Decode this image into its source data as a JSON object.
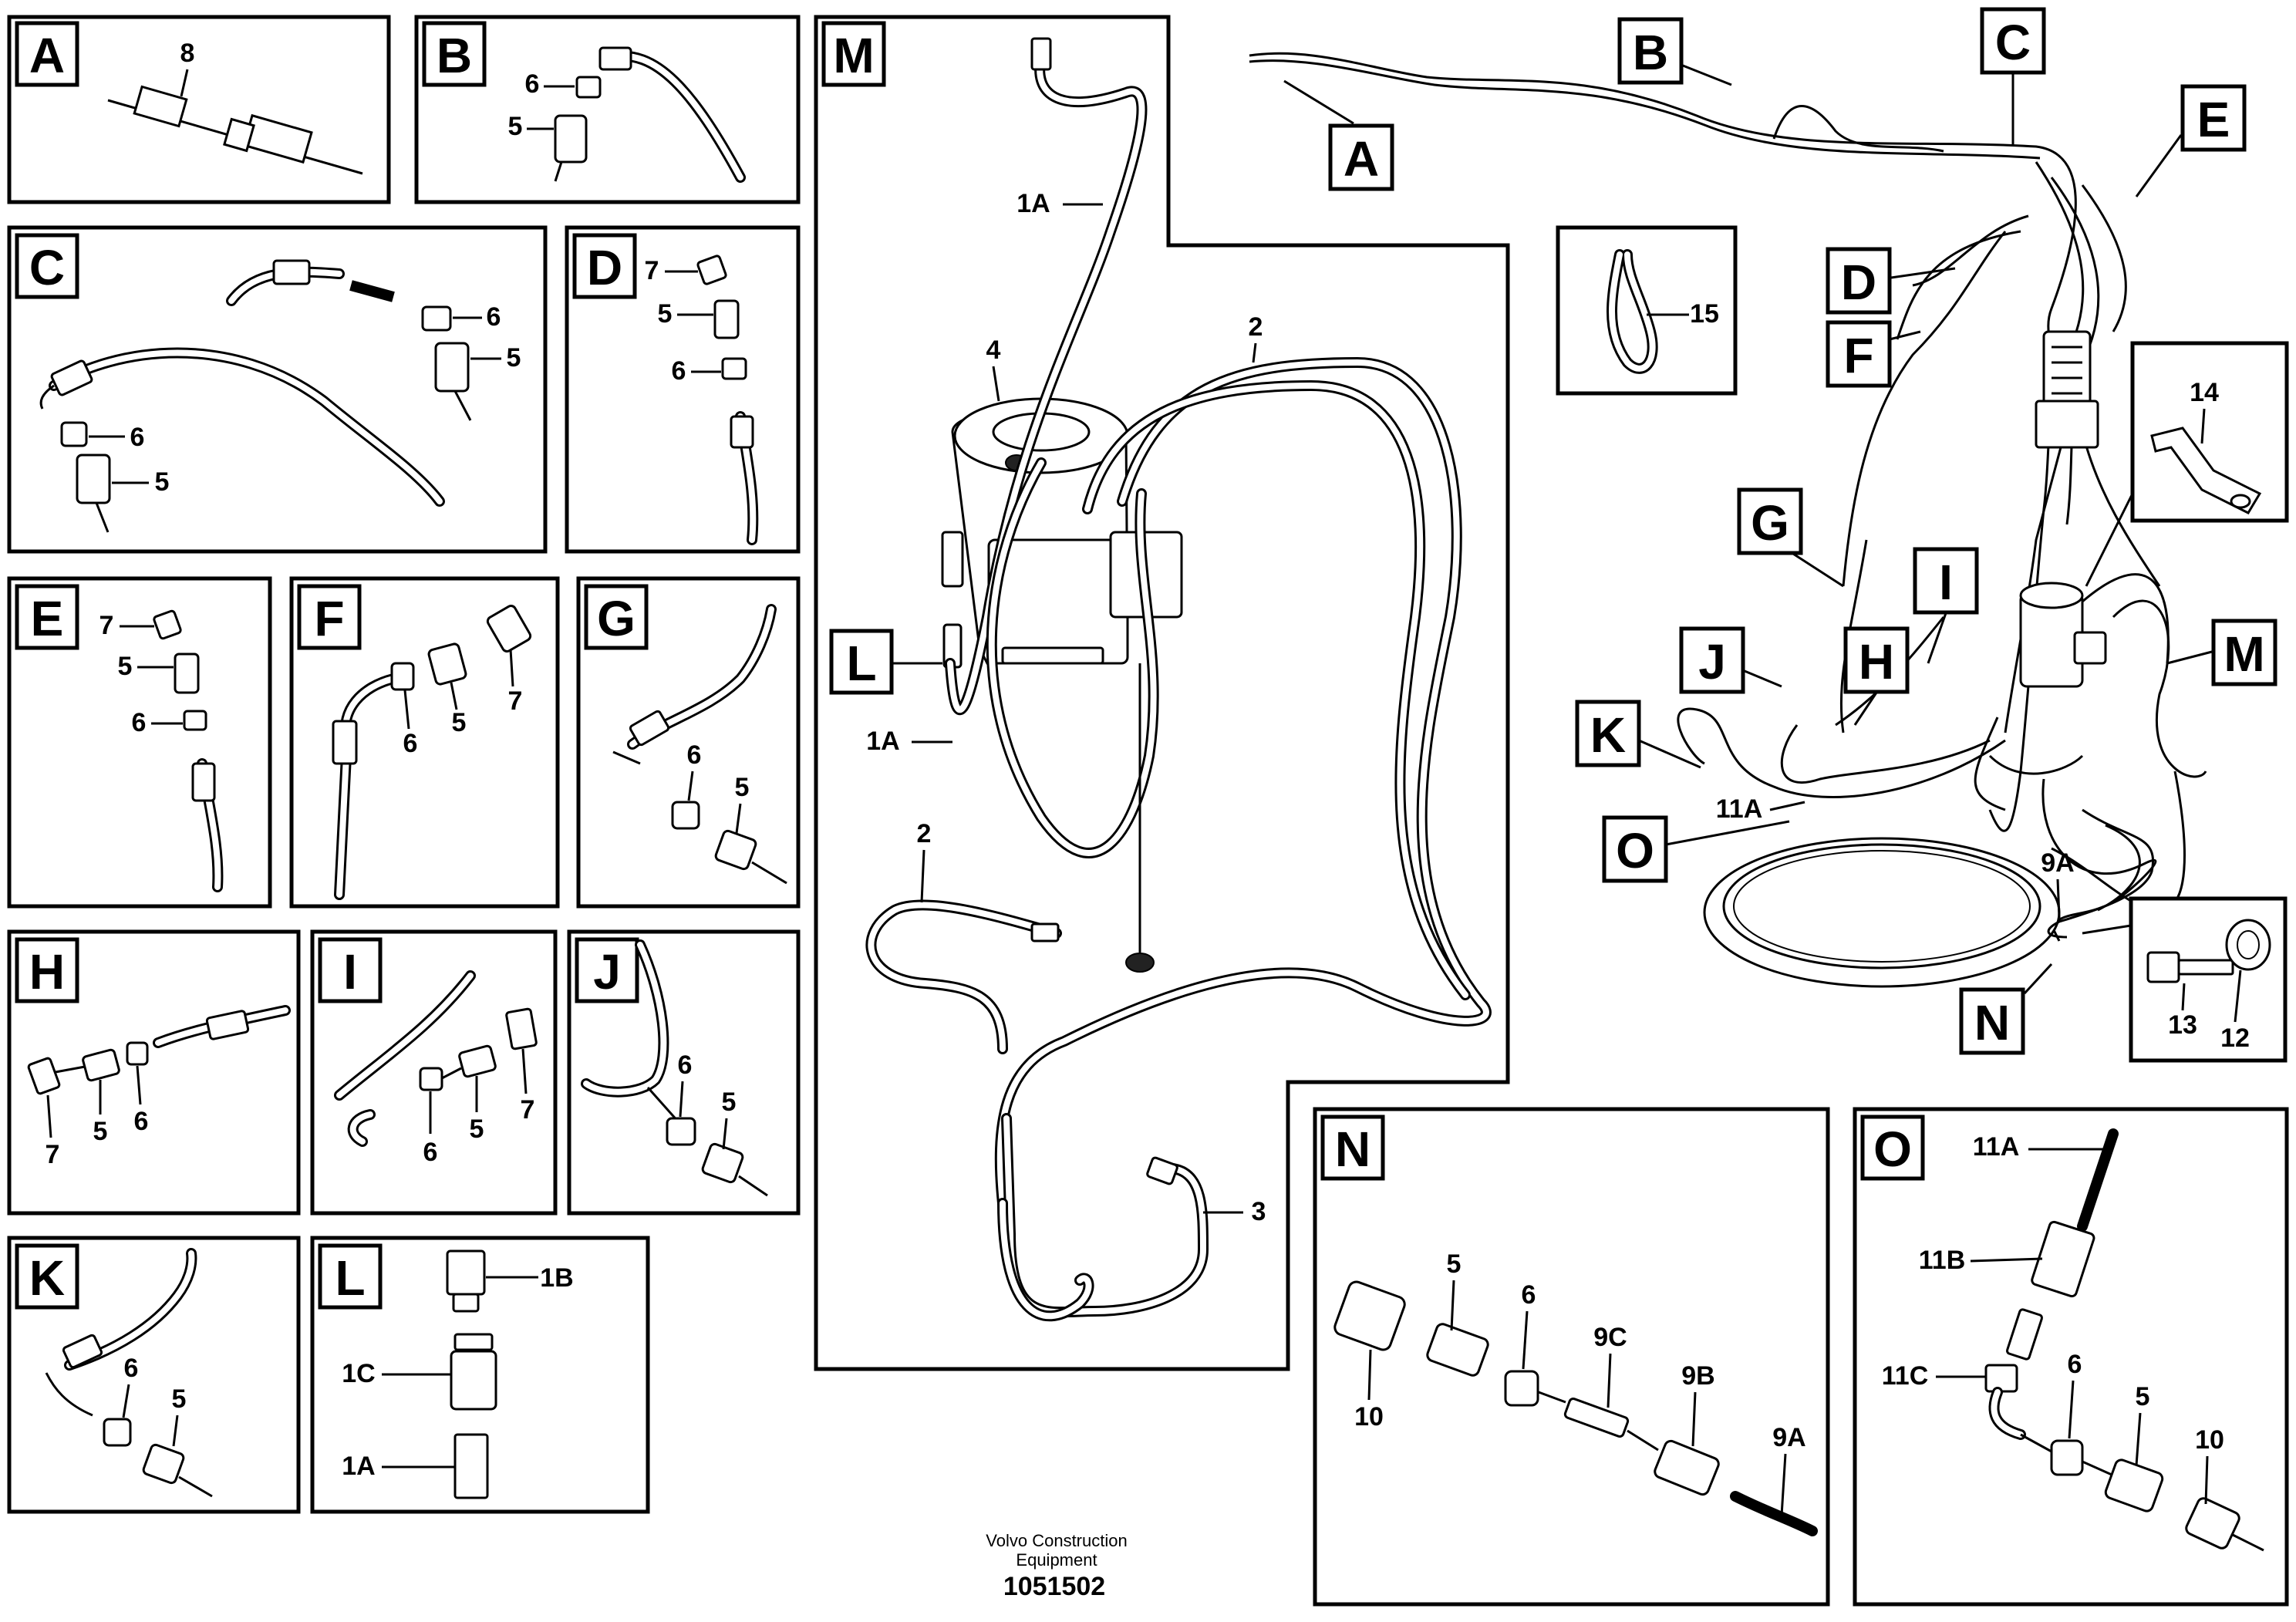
{
  "panels": {
    "A": {
      "letter": "A",
      "labels": [
        "8"
      ]
    },
    "B": {
      "letter": "B",
      "labels": [
        "6",
        "5"
      ]
    },
    "C": {
      "letter": "C",
      "labels": [
        "6",
        "5",
        "6",
        "5"
      ]
    },
    "D": {
      "letter": "D",
      "labels": [
        "7",
        "5",
        "6"
      ]
    },
    "E": {
      "letter": "E",
      "labels": [
        "7",
        "5",
        "6"
      ]
    },
    "F": {
      "letter": "F",
      "labels": [
        "6",
        "5",
        "7"
      ]
    },
    "G": {
      "letter": "G",
      "labels": [
        "6",
        "5"
      ]
    },
    "H": {
      "letter": "H",
      "labels": [
        "7",
        "5",
        "6"
      ]
    },
    "I": {
      "letter": "I",
      "labels": [
        "6",
        "5",
        "7"
      ]
    },
    "J": {
      "letter": "J",
      "labels": [
        "6",
        "5"
      ]
    },
    "K": {
      "letter": "K",
      "labels": [
        "6",
        "5"
      ]
    },
    "L": {
      "letter": "L",
      "labels": [
        "1B",
        "1C",
        "1A"
      ]
    },
    "M": {
      "letter": "M",
      "labels": [
        "1A",
        "4",
        "2",
        "L",
        "1A",
        "2",
        "3"
      ]
    },
    "N": {
      "letter": "N",
      "labels": [
        "5",
        "6",
        "9C",
        "9B",
        "9A",
        "10"
      ]
    },
    "O": {
      "letter": "O",
      "labels": [
        "11A",
        "11B",
        "11C",
        "6",
        "5",
        "10"
      ]
    }
  },
  "overview": {
    "callouts": [
      "A",
      "B",
      "C",
      "D",
      "E",
      "F",
      "G",
      "H",
      "I",
      "J",
      "K",
      "M",
      "N",
      "O"
    ],
    "labels": {
      "tie": "15",
      "clamp": "14",
      "hose": "11A",
      "pipe": "9A",
      "bolt": "13",
      "clip": "12"
    }
  },
  "footer": {
    "company_line1": "Volvo Construction",
    "company_line2": "Equipment",
    "drawing_number": "1051502"
  }
}
